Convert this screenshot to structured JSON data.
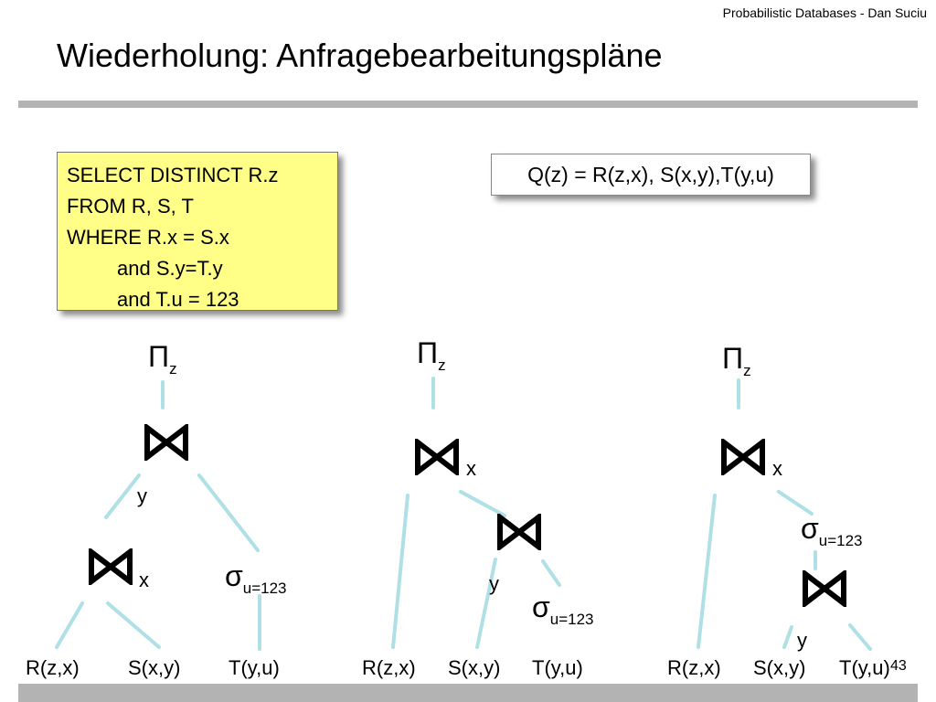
{
  "header": {
    "credit": "Probabilistic Databases - Dan Suciu"
  },
  "title": "Wiederholung: Anfragebearbeitungspläne",
  "sql_box": {
    "lines": [
      "SELECT DISTINCT R.z",
      "FROM R, S, T",
      "WHERE R.x = S.x",
      "and S.y=T.y",
      "and T.u = 123"
    ]
  },
  "query_box": {
    "text": "Q(z) = R(z,x), S(x,y),T(y,u)"
  },
  "symbols": {
    "projection": "Π",
    "projection_sub": "z",
    "selection": "σ",
    "selection_sub": "u=123"
  },
  "plans": [
    {
      "join_top_attr": "",
      "join_top_below_attr": "y",
      "join_lower_attr": "x",
      "leaves": [
        "R(z,x)",
        "S(x,y)",
        "T(y,u)"
      ]
    },
    {
      "join_top_attr": "x",
      "join_lower_attr": "y",
      "leaves": [
        "R(z,x)",
        "S(x,y)",
        "T(y,u)"
      ]
    },
    {
      "join_top_attr": "x",
      "join_lower_attr": "y",
      "leaves": [
        "R(z,x)",
        "S(x,y)",
        "T(y,u)"
      ]
    }
  ],
  "page_number": "43",
  "colors": {
    "edge": "#aee0e6",
    "sql_bg": "#ffff88",
    "rule": "#b3b3b3",
    "join_icon": "#000000"
  }
}
